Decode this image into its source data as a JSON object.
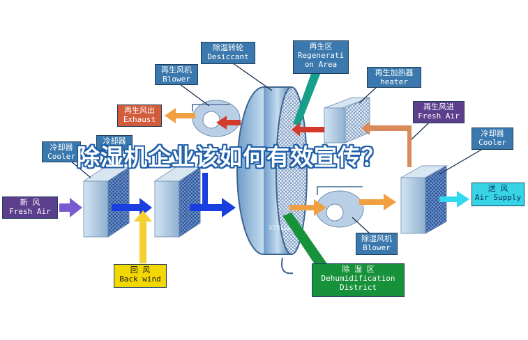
{
  "labels": {
    "desiccant": {
      "zh": "除湿转轮",
      "en": "Desiccant"
    },
    "regeneration_area": {
      "zh": "再生区",
      "en1": "Regenerati",
      "en2": "on Area"
    },
    "regen_blower": {
      "zh": "再生风机",
      "en": "Blower"
    },
    "regen_heater": {
      "zh": "再生加热器",
      "en": "heater"
    },
    "exhaust": {
      "zh": "再生风出",
      "en": "Exhaust"
    },
    "regen_air_in": {
      "zh": "再生风进",
      "en": "Fresh Air"
    },
    "cooler_left": {
      "zh": "冷却器",
      "en": "Cooler"
    },
    "cooler_left2": {
      "zh": "冷却器",
      "en": ""
    },
    "cooler_right": {
      "zh": "冷却器",
      "en": "Cooler"
    },
    "fresh_air": {
      "zh": "新    风",
      "en": "Fresh Air"
    },
    "air_supply": {
      "zh": "送  风",
      "en": "Air Supply"
    },
    "dehum_blower": {
      "zh": "除湿风机",
      "en": "Blower"
    },
    "back_wind": {
      "zh": "回    风",
      "en": "Back wind"
    },
    "dehum_district": {
      "zh": "除   湿   区",
      "en1": "Dehumidification",
      "en2": "District"
    }
  },
  "watermark": "XTELLONE",
  "headline": "除湿机企业该如何有效宣传？",
  "colors": {
    "label_blue": "#3a78ad",
    "label_red": "#d25b3a",
    "label_purple": "#5b3f8c",
    "label_cyan": "#36d4e4",
    "label_yellow": "#f3d700",
    "label_green": "#17913a",
    "arrow_red": "#d23a2a",
    "arrow_orange": "#f0a040",
    "arrow_blue": "#1a3fe0",
    "arrow_purple": "#7a5ad0",
    "arrow_yellow": "#f4d030",
    "arrow_cyan": "#30d8f0"
  }
}
